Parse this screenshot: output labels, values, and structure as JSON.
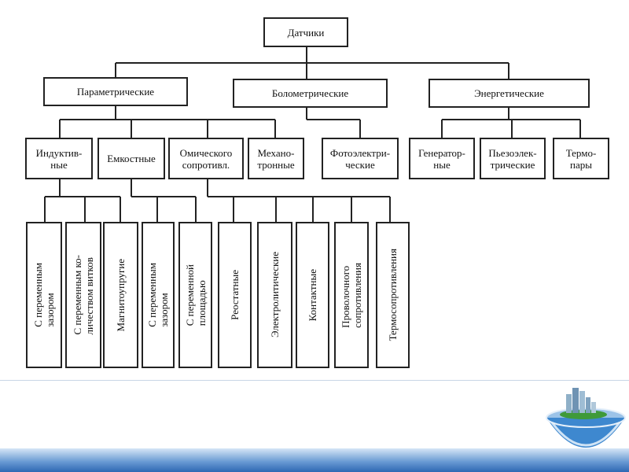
{
  "diagram": {
    "root": "Датчики",
    "level1": [
      "Параметрические",
      "Болометрические",
      "Энергетические"
    ],
    "parametric": [
      "Индуктив-\nные",
      "Емкостные",
      "Омического\nсопротивл.",
      "Механо-\nтронные"
    ],
    "bolometric": [
      "Фотоэлектри-\nческие"
    ],
    "energetic": [
      "Генератор-\nные",
      "Пьезоэлек-\nтрические",
      "Термо-\nпары"
    ],
    "inductive_sub": [
      "С переменным\nзазором",
      "С переменным ко-\nличеством витков",
      "Магнитоупругие"
    ],
    "capacitive_sub": [
      "С переменным\nзазором",
      "С переменной\nплощадью"
    ],
    "ohmic_sub": [
      "Реостатные",
      "Электролитические",
      "Контактные",
      "Проволочного\nсопротивления",
      "Термосопротивления"
    ]
  },
  "theme": {
    "bar_color": "#3b74be",
    "line_color": "#222222"
  }
}
